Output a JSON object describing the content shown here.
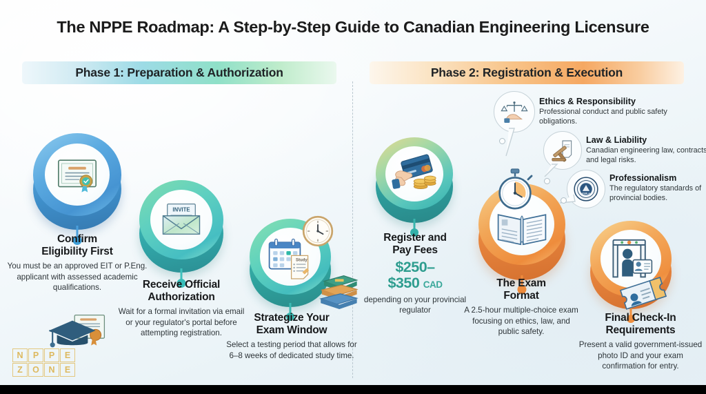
{
  "page": {
    "title": "The NPPE Roadmap: A Step-by-Step Guide to Canadian Engineering Licensure"
  },
  "phases": [
    {
      "id": "phase-1",
      "label": "Phase 1: Preparation & Authorization",
      "accent": "#8fe0c8"
    },
    {
      "id": "phase-2",
      "label": "Phase 2: Registration & Execution",
      "accent": "#f5a862"
    }
  ],
  "steps": [
    {
      "id": "confirm-eligibility",
      "title": "Confirm\nEligibility First",
      "title_line1": "Confirm",
      "title_line2": "Eligibility First",
      "description": "You must be an approved EIT or P.Eng. applicant with assessed academic qualifications.",
      "icon": "certificate-icon",
      "accent": "#4a9fdc"
    },
    {
      "id": "receive-authorization",
      "title_line1": "Receive Official",
      "title_line2": "Authorization",
      "description": "Wait for a formal invitation via email or your regulator's portal before attempting registration.",
      "icon": "envelope-invite-icon",
      "icon_label": "INVITE",
      "accent": "#47c0bc"
    },
    {
      "id": "strategize-exam-window",
      "title_line1": "Strategize Your",
      "title_line2": "Exam Window",
      "description": "Select a testing period that allows for 6–8 weeks of dedicated study time.",
      "icon": "calendar-clock-icon",
      "icon_label": "Study",
      "accent": "#3fb9a8"
    },
    {
      "id": "register-and-pay-fees",
      "title_line1": "Register and",
      "title_line2": "Pay Fees",
      "price": "$250–",
      "price_line2": "$350",
      "price_currency": "CAD",
      "description": "depending on your provincial regulator",
      "icon": "credit-card-coins-icon",
      "accent": "#35b0a6"
    },
    {
      "id": "the-exam-format",
      "title_line1": "The Exam",
      "title_line2": "Format",
      "description": "A 2.5-hour multiple-choice exam focusing on ethics, law, and public safety.",
      "icon": "open-book-stopwatch-icon",
      "accent": "#ef8b3c"
    },
    {
      "id": "final-check-in",
      "title_line1": "Final Check-In",
      "title_line2": "Requirements",
      "description": "Present a valid government-issued photo ID and your exam confirmation for entry.",
      "icon": "security-gate-id-icon",
      "accent": "#f0903f"
    }
  ],
  "callouts": [
    {
      "id": "ethics-responsibility",
      "title": "Ethics & Responsibility",
      "description": "Professional conduct and public safety obligations.",
      "icon": "scales-hand-icon"
    },
    {
      "id": "law-liability",
      "title": "Law & Liability",
      "description": "Canadian engineering law, contracts, and legal risks.",
      "icon": "gavel-document-icon"
    },
    {
      "id": "professionalism",
      "title": "Professionalism",
      "description": "The regulatory standards of provincial bodies.",
      "icon": "seal-badge-icon"
    }
  ],
  "logo": {
    "line1": [
      "N",
      "P",
      "P",
      "E"
    ],
    "line2": [
      "Z",
      "O",
      "N",
      "E"
    ],
    "color": "#ddb95f"
  }
}
